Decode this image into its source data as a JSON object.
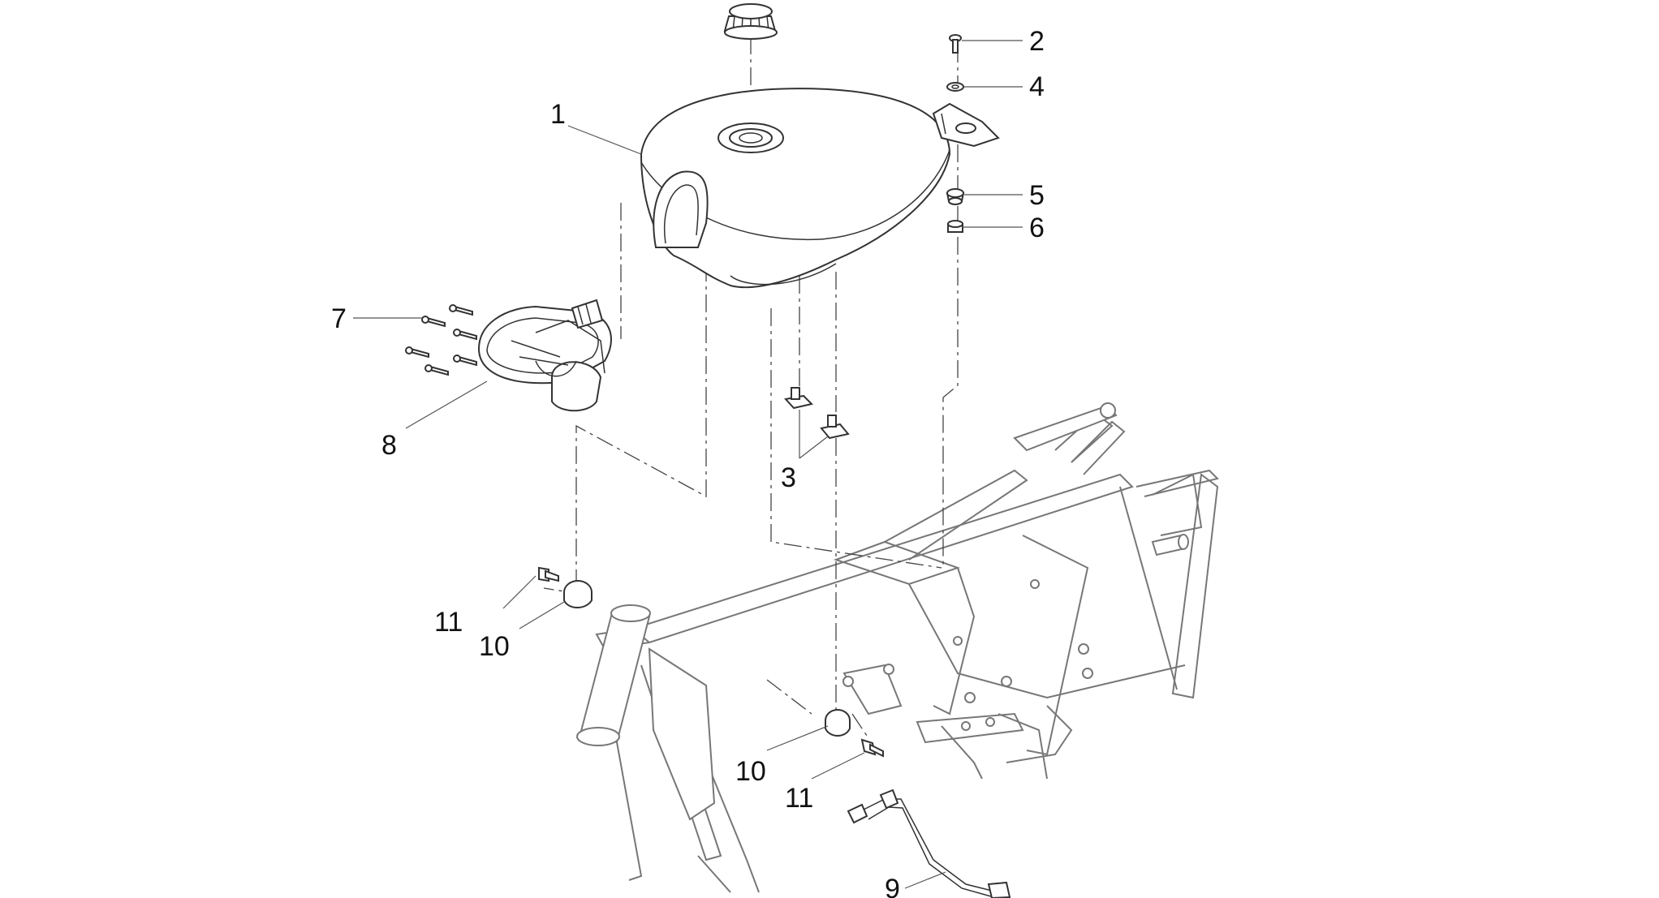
{
  "callouts": {
    "c1": "1",
    "c2": "2",
    "c3": "3",
    "c4": "4",
    "c5": "5",
    "c6": "6",
    "c7": "7",
    "c8": "8",
    "c9": "9",
    "c10a": "10",
    "c10b": "10",
    "c11a": "11",
    "c11b": "11"
  },
  "parts": [
    {
      "id": "1",
      "name": "fuel-tank"
    },
    {
      "id": "2",
      "name": "screw"
    },
    {
      "id": "3",
      "name": "tank-bracket"
    },
    {
      "id": "4",
      "name": "washer"
    },
    {
      "id": "5",
      "name": "rubber-grommet"
    },
    {
      "id": "6",
      "name": "nut"
    },
    {
      "id": "7",
      "name": "pump-screws"
    },
    {
      "id": "8",
      "name": "fuel-pump"
    },
    {
      "id": "9",
      "name": "fuel-hose"
    },
    {
      "id": "10",
      "name": "rubber-pad"
    },
    {
      "id": "11",
      "name": "bolt"
    }
  ]
}
